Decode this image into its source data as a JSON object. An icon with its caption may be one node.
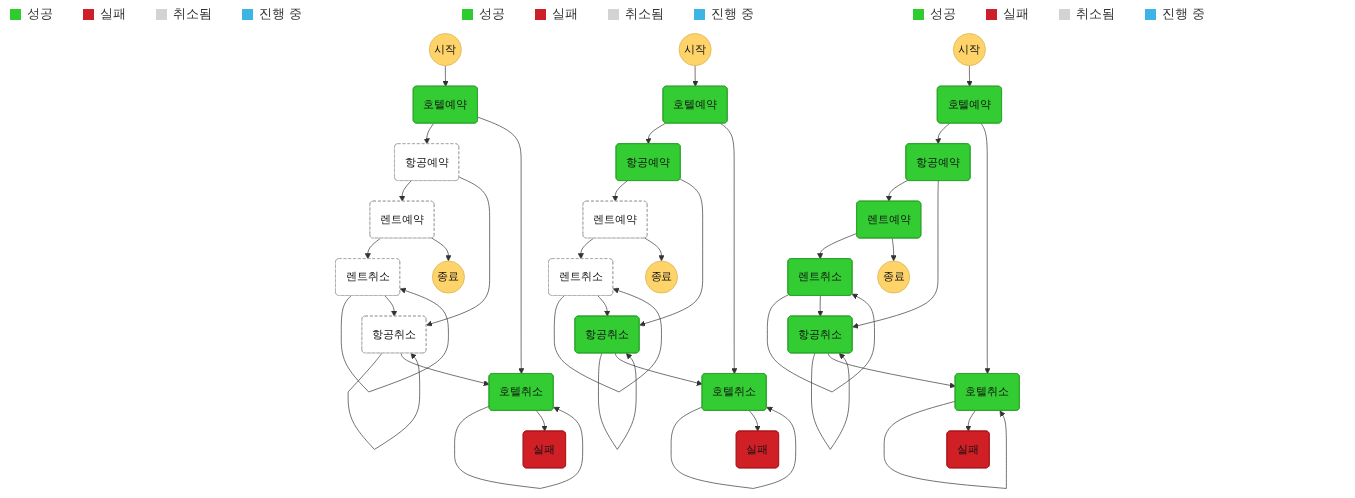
{
  "diagram": {
    "nodes": [
      {
        "text": [
          "시작"
        ]
      },
      {
        "text": [
          "호텔예약"
        ]
      },
      {
        "text": [
          "항공예약"
        ]
      },
      {
        "text": [
          "렌트예약"
        ]
      },
      {
        "text": [
          "렌트취소"
        ]
      },
      {
        "text": [
          "종료"
        ]
      },
      {
        "text": [
          "항공취소"
        ]
      },
      {
        "text": [
          "호텔취소"
        ]
      },
      {
        "text": [
          "실패"
        ]
      },
      {
        "text": [
          "시작"
        ]
      },
      {
        "text": [
          "호텔예약"
        ]
      },
      {
        "text": [
          "항공예약"
        ]
      },
      {
        "text": [
          "렌트예약"
        ]
      },
      {
        "text": [
          "렌트취소"
        ]
      },
      {
        "text": [
          "종료"
        ]
      },
      {
        "text": [
          "항공취소"
        ]
      },
      {
        "text": [
          "호텔취소"
        ]
      },
      {
        "text": [
          "실패"
        ]
      },
      {
        "text": [
          "시작"
        ]
      },
      {
        "text": [
          "호텔예약"
        ]
      },
      {
        "text": [
          "항공예약"
        ]
      },
      {
        "text": [
          "렌트예약"
        ]
      },
      {
        "text": [
          "렌트취소"
        ]
      },
      {
        "text": [
          "종료"
        ]
      },
      {
        "text": [
          "항공취소"
        ]
      },
      {
        "text": [
          "호텔취소"
        ]
      },
      {
        "text": [
          "실패"
        ]
      }
    ],
    "edges": [
      {
        "from": 0,
        "to": 1,
        "arrow": "to"
      },
      {
        "from": 1,
        "to": 2,
        "arrow": "to"
      },
      {
        "from": 1,
        "to": 7,
        "arrow": "to"
      },
      {
        "from": 2,
        "to": 3,
        "arrow": "to"
      },
      {
        "from": 2,
        "to": 6,
        "arrow": "to"
      },
      {
        "from": 3,
        "to": 4,
        "arrow": "to"
      },
      {
        "from": 3,
        "to": 5,
        "arrow": "to"
      },
      {
        "from": 4,
        "to": 4,
        "arrow": "to"
      },
      {
        "from": 4,
        "to": 6,
        "arrow": "to"
      },
      {
        "from": 6,
        "to": 6,
        "arrow": "to"
      },
      {
        "from": 6,
        "to": 7,
        "arrow": "to"
      },
      {
        "from": 7,
        "to": 7,
        "arrow": "to"
      },
      {
        "from": 7,
        "to": 8,
        "arrow": "to"
      },
      {
        "from": 9,
        "to": 10,
        "arrow": "to"
      },
      {
        "from": 10,
        "to": 11,
        "arrow": "to"
      },
      {
        "from": 10,
        "to": 16,
        "arrow": "to"
      },
      {
        "from": 11,
        "to": 12,
        "arrow": "to"
      },
      {
        "from": 11,
        "to": 15,
        "arrow": "to"
      },
      {
        "from": 12,
        "to": 13,
        "arrow": "to"
      },
      {
        "from": 12,
        "to": 14,
        "arrow": "to"
      },
      {
        "from": 13,
        "to": 13,
        "arrow": "to"
      },
      {
        "from": 13,
        "to": 15,
        "arrow": "to"
      },
      {
        "from": 15,
        "to": 15,
        "arrow": "to"
      },
      {
        "from": 15,
        "to": 16,
        "arrow": "to"
      },
      {
        "from": 16,
        "to": 16,
        "arrow": "to"
      },
      {
        "from": 16,
        "to": 17,
        "arrow": "to"
      },
      {
        "from": 18,
        "to": 19,
        "arrow": "to"
      },
      {
        "from": 19,
        "to": 20,
        "arrow": "to"
      },
      {
        "from": 19,
        "to": 25,
        "arrow": "to"
      },
      {
        "from": 20,
        "to": 21,
        "arrow": "to"
      },
      {
        "from": 20,
        "to": 24,
        "arrow": "to"
      },
      {
        "from": 21,
        "to": 22,
        "arrow": "to"
      },
      {
        "from": 21,
        "to": 23,
        "arrow": "to"
      },
      {
        "from": 22,
        "to": 22,
        "arrow": "to"
      },
      {
        "from": 22,
        "to": 24,
        "arrow": "to"
      },
      {
        "from": 24,
        "to": 24,
        "arrow": "to"
      },
      {
        "from": 24,
        "to": 25,
        "arrow": "to"
      },
      {
        "from": 25,
        "to": 25,
        "arrow": "to"
      },
      {
        "from": 25,
        "to": 26,
        "arrow": "to"
      }
    ],
    "legend": [
      {
        "text": "성공",
        "color": "#2ecc2e"
      },
      {
        "text": "실패",
        "color": "#cc1f2a"
      },
      {
        "text": "취소됨",
        "color": "#d3d3d3"
      },
      {
        "text": "진행 중",
        "color": "#3cb4e5"
      },
      {
        "text": "성공",
        "color": "#2ecc2e"
      },
      {
        "text": "실패",
        "color": "#cc1f2a"
      },
      {
        "text": "취소됨",
        "color": "#d3d3d3"
      },
      {
        "text": "진행 중",
        "color": "#3cb4e5"
      },
      {
        "text": "성공",
        "color": "#2ecc2e"
      },
      {
        "text": "실패",
        "color": "#cc1f2a"
      },
      {
        "text": "취소됨",
        "color": "#d3d3d3"
      },
      {
        "text": "진행 중",
        "color": "#3cb4e5"
      }
    ]
  }
}
